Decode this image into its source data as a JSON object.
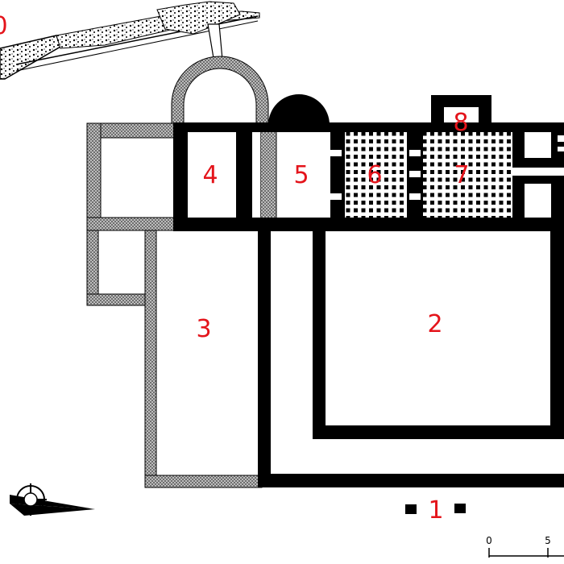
{
  "labels": {
    "room_1": "1",
    "room_2": "2",
    "room_3": "3",
    "room_4": "4",
    "room_5": "5",
    "room_6": "6",
    "room_7": "7",
    "room_8": "8",
    "room_10_partial": "0"
  },
  "scale_bar": {
    "tick_0": "0",
    "tick_5": "5"
  },
  "colors": {
    "wall": "#000000",
    "later_wall": "#8a8a8a",
    "label": "#e4141b",
    "background": "#ffffff"
  },
  "icons": {
    "compass": "north-arrow-icon"
  }
}
